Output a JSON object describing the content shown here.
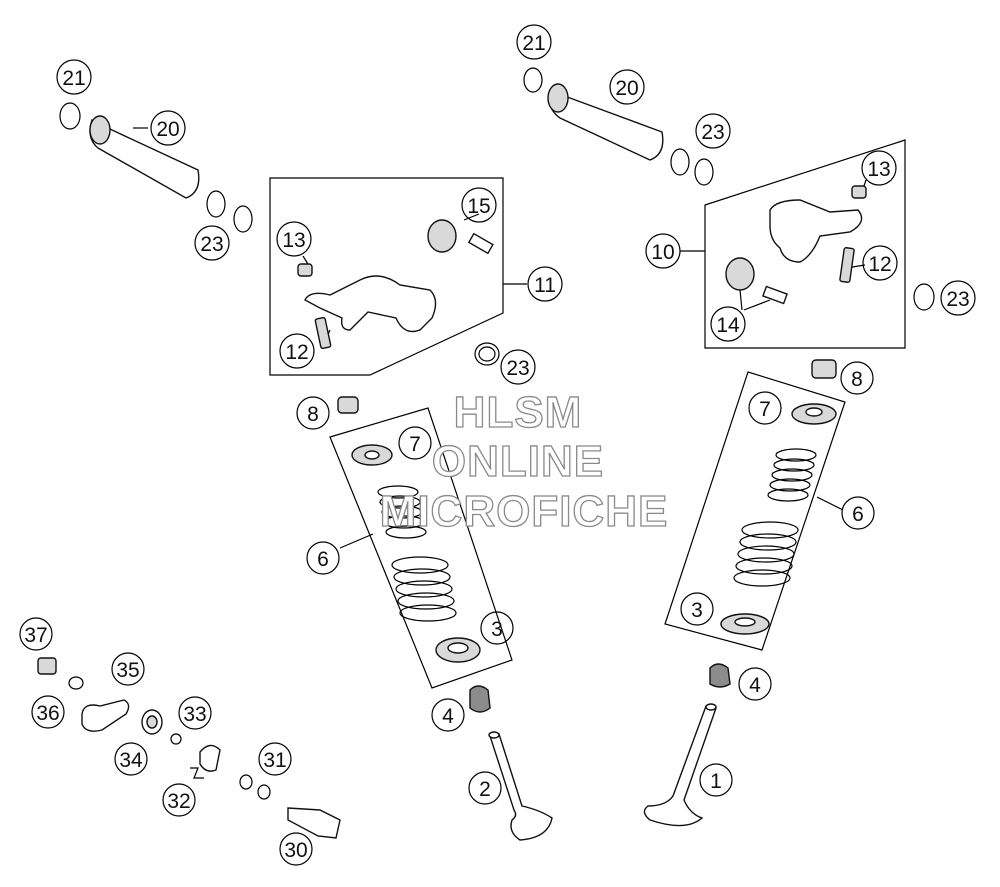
{
  "watermark": {
    "line1": "HLSM",
    "line2": "ONLINE",
    "line3": "MICROFICHE"
  },
  "callouts": {
    "c1": "1",
    "c2": "2",
    "c3a": "3",
    "c3b": "3",
    "c4a": "4",
    "c4b": "4",
    "c6a": "6",
    "c6b": "6",
    "c7a": "7",
    "c7b": "7",
    "c8a": "8",
    "c8b": "8",
    "c10": "10",
    "c11": "11",
    "c12a": "12",
    "c12b": "12",
    "c13a": "13",
    "c13b": "13",
    "c14": "14",
    "c15": "15",
    "c20a": "20",
    "c20b": "20",
    "c21a": "21",
    "c21b": "21",
    "c23a": "23",
    "c23b": "23",
    "c23c": "23",
    "c23d": "23",
    "c30": "30",
    "c31": "31",
    "c32": "32",
    "c33": "33",
    "c34": "34",
    "c35": "35",
    "c36": "36",
    "c37": "37"
  }
}
